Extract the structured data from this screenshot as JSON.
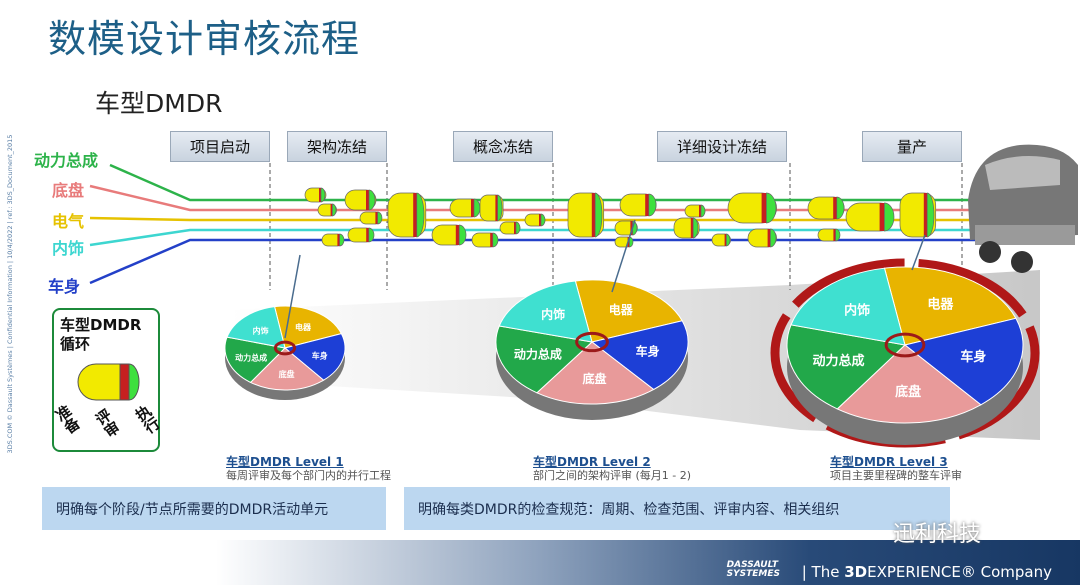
{
  "title": "数模设计审核流程",
  "subtitle": "车型DMDR",
  "sidebar_text": "3DS.COM © Dassault Systèmes | Confidential Information | 10/4/2022 | ref.: 3DS_Document_2015",
  "phases": [
    "项目启动",
    "架构冻结",
    "概念冻结",
    "详细设计冻结",
    "量产"
  ],
  "lanes": [
    {
      "label": "动力总成",
      "color": "#2db34a"
    },
    {
      "label": "底盘",
      "color": "#e87b7b"
    },
    {
      "label": "电气",
      "color": "#e6c200"
    },
    {
      "label": "内饰",
      "color": "#3dd6d0"
    },
    {
      "label": "车身",
      "color": "#2340c8"
    }
  ],
  "legend": {
    "title": "车型DMDR 循环",
    "stages": [
      "准备",
      "评审",
      "执行"
    ],
    "colors": [
      "#f2ea00",
      "#c62020",
      "#3ee03e"
    ]
  },
  "pie_slices": [
    {
      "label": "电器",
      "color": "#e8b400"
    },
    {
      "label": "车身",
      "color": "#1d3fd6"
    },
    {
      "label": "底盘",
      "color": "#e89a9a"
    },
    {
      "label": "动力总成",
      "color": "#22a84a"
    },
    {
      "label": "内饰",
      "color": "#3fe0d0"
    }
  ],
  "levels": [
    {
      "name": "车型DMDR Level 1",
      "desc": "每周评审及每个部门内的并行工程"
    },
    {
      "name": "车型DMDR Level 2",
      "desc": "部门之间的架构评审 (每月1 - 2)"
    },
    {
      "name": "车型DMDR Level 3",
      "desc": "项目主要里程碑的整车评审"
    }
  ],
  "notes": [
    "明确每个阶段/节点所需要的DMDR活动单元",
    "明确每类DMDR的检查规范：周期、检查范围、评审内容、相关组织"
  ],
  "footer": {
    "logo_top": "DASSAULT",
    "logo_bottom": "SYSTEMES",
    "brand_pre": "| The ",
    "brand_bold": "3D",
    "brand_post": "EXPERIENCE® Company"
  },
  "watermark": "迅利科技"
}
